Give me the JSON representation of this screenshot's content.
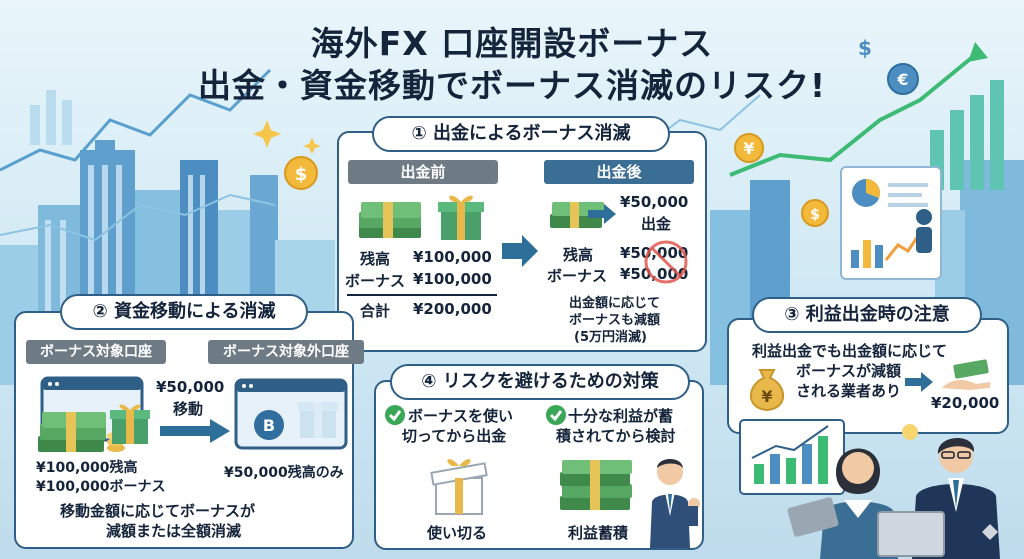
{
  "title": {
    "line1": "海外FX 口座開設ボーナス",
    "line2": "出金・資金移動でボーナス消滅のリスク!"
  },
  "section1": {
    "heading": "① 出金によるボーナス消滅",
    "before": {
      "tag": "出金前",
      "balance_label": "残高",
      "balance_value": "¥100,000",
      "bonus_label": "ボーナス",
      "bonus_value": "¥100,000",
      "total_label": "合計",
      "total_value": "¥200,000"
    },
    "after": {
      "tag": "出金後",
      "withdraw_amount": "¥50,000",
      "withdraw_label": "出金",
      "balance_label": "残高",
      "balance_value": "¥50,000",
      "bonus_label": "ボーナス",
      "bonus_value": "¥50,000",
      "note_line1": "出金額に応じて",
      "note_line2": "ボーナスも減額",
      "note_line3": "(5万円消滅)"
    }
  },
  "section2": {
    "heading": "② 資金移動による消滅",
    "source_tag": "ボーナス対象口座",
    "target_tag": "ボーナス対象外口座",
    "transfer_amount": "¥50,000",
    "transfer_label": "移動",
    "source_balance": "¥100,000残高",
    "source_bonus": "¥100,000ボーナス",
    "target_balance": "¥50,000残高のみ",
    "note_line1": "移動金額に応じてボーナスが",
    "note_line2": "減額または全額消滅",
    "target_badge": "B"
  },
  "section3": {
    "heading": "③ 利益出金時の注意",
    "note_line1": "利益出金でも出金額に応じて",
    "note_line2": "ボーナスが減額",
    "note_line3": "される業者あり",
    "amount": "¥20,000",
    "bag_symbol": "¥"
  },
  "section4": {
    "heading": "④ リスクを避けるための対策",
    "tip1_line1": "ボーナスを使い",
    "tip1_line2": "切ってから出金",
    "tip2_line1": "十分な利益が蓄",
    "tip2_line2": "積されてから検討",
    "caption1": "使い切る",
    "caption2": "利益蓄積"
  },
  "coins": {
    "dollar": "$",
    "yen": "¥",
    "euro": "€"
  },
  "colors": {
    "navy": "#2f5f86",
    "tag_gray": "#6f7b84",
    "tag_blue": "#3b6e94",
    "check_green": "#3aa757",
    "arrow_blue": "#2d6f99",
    "cash_green": "#3f8a4a",
    "prohibit_red": "#e0574f"
  }
}
